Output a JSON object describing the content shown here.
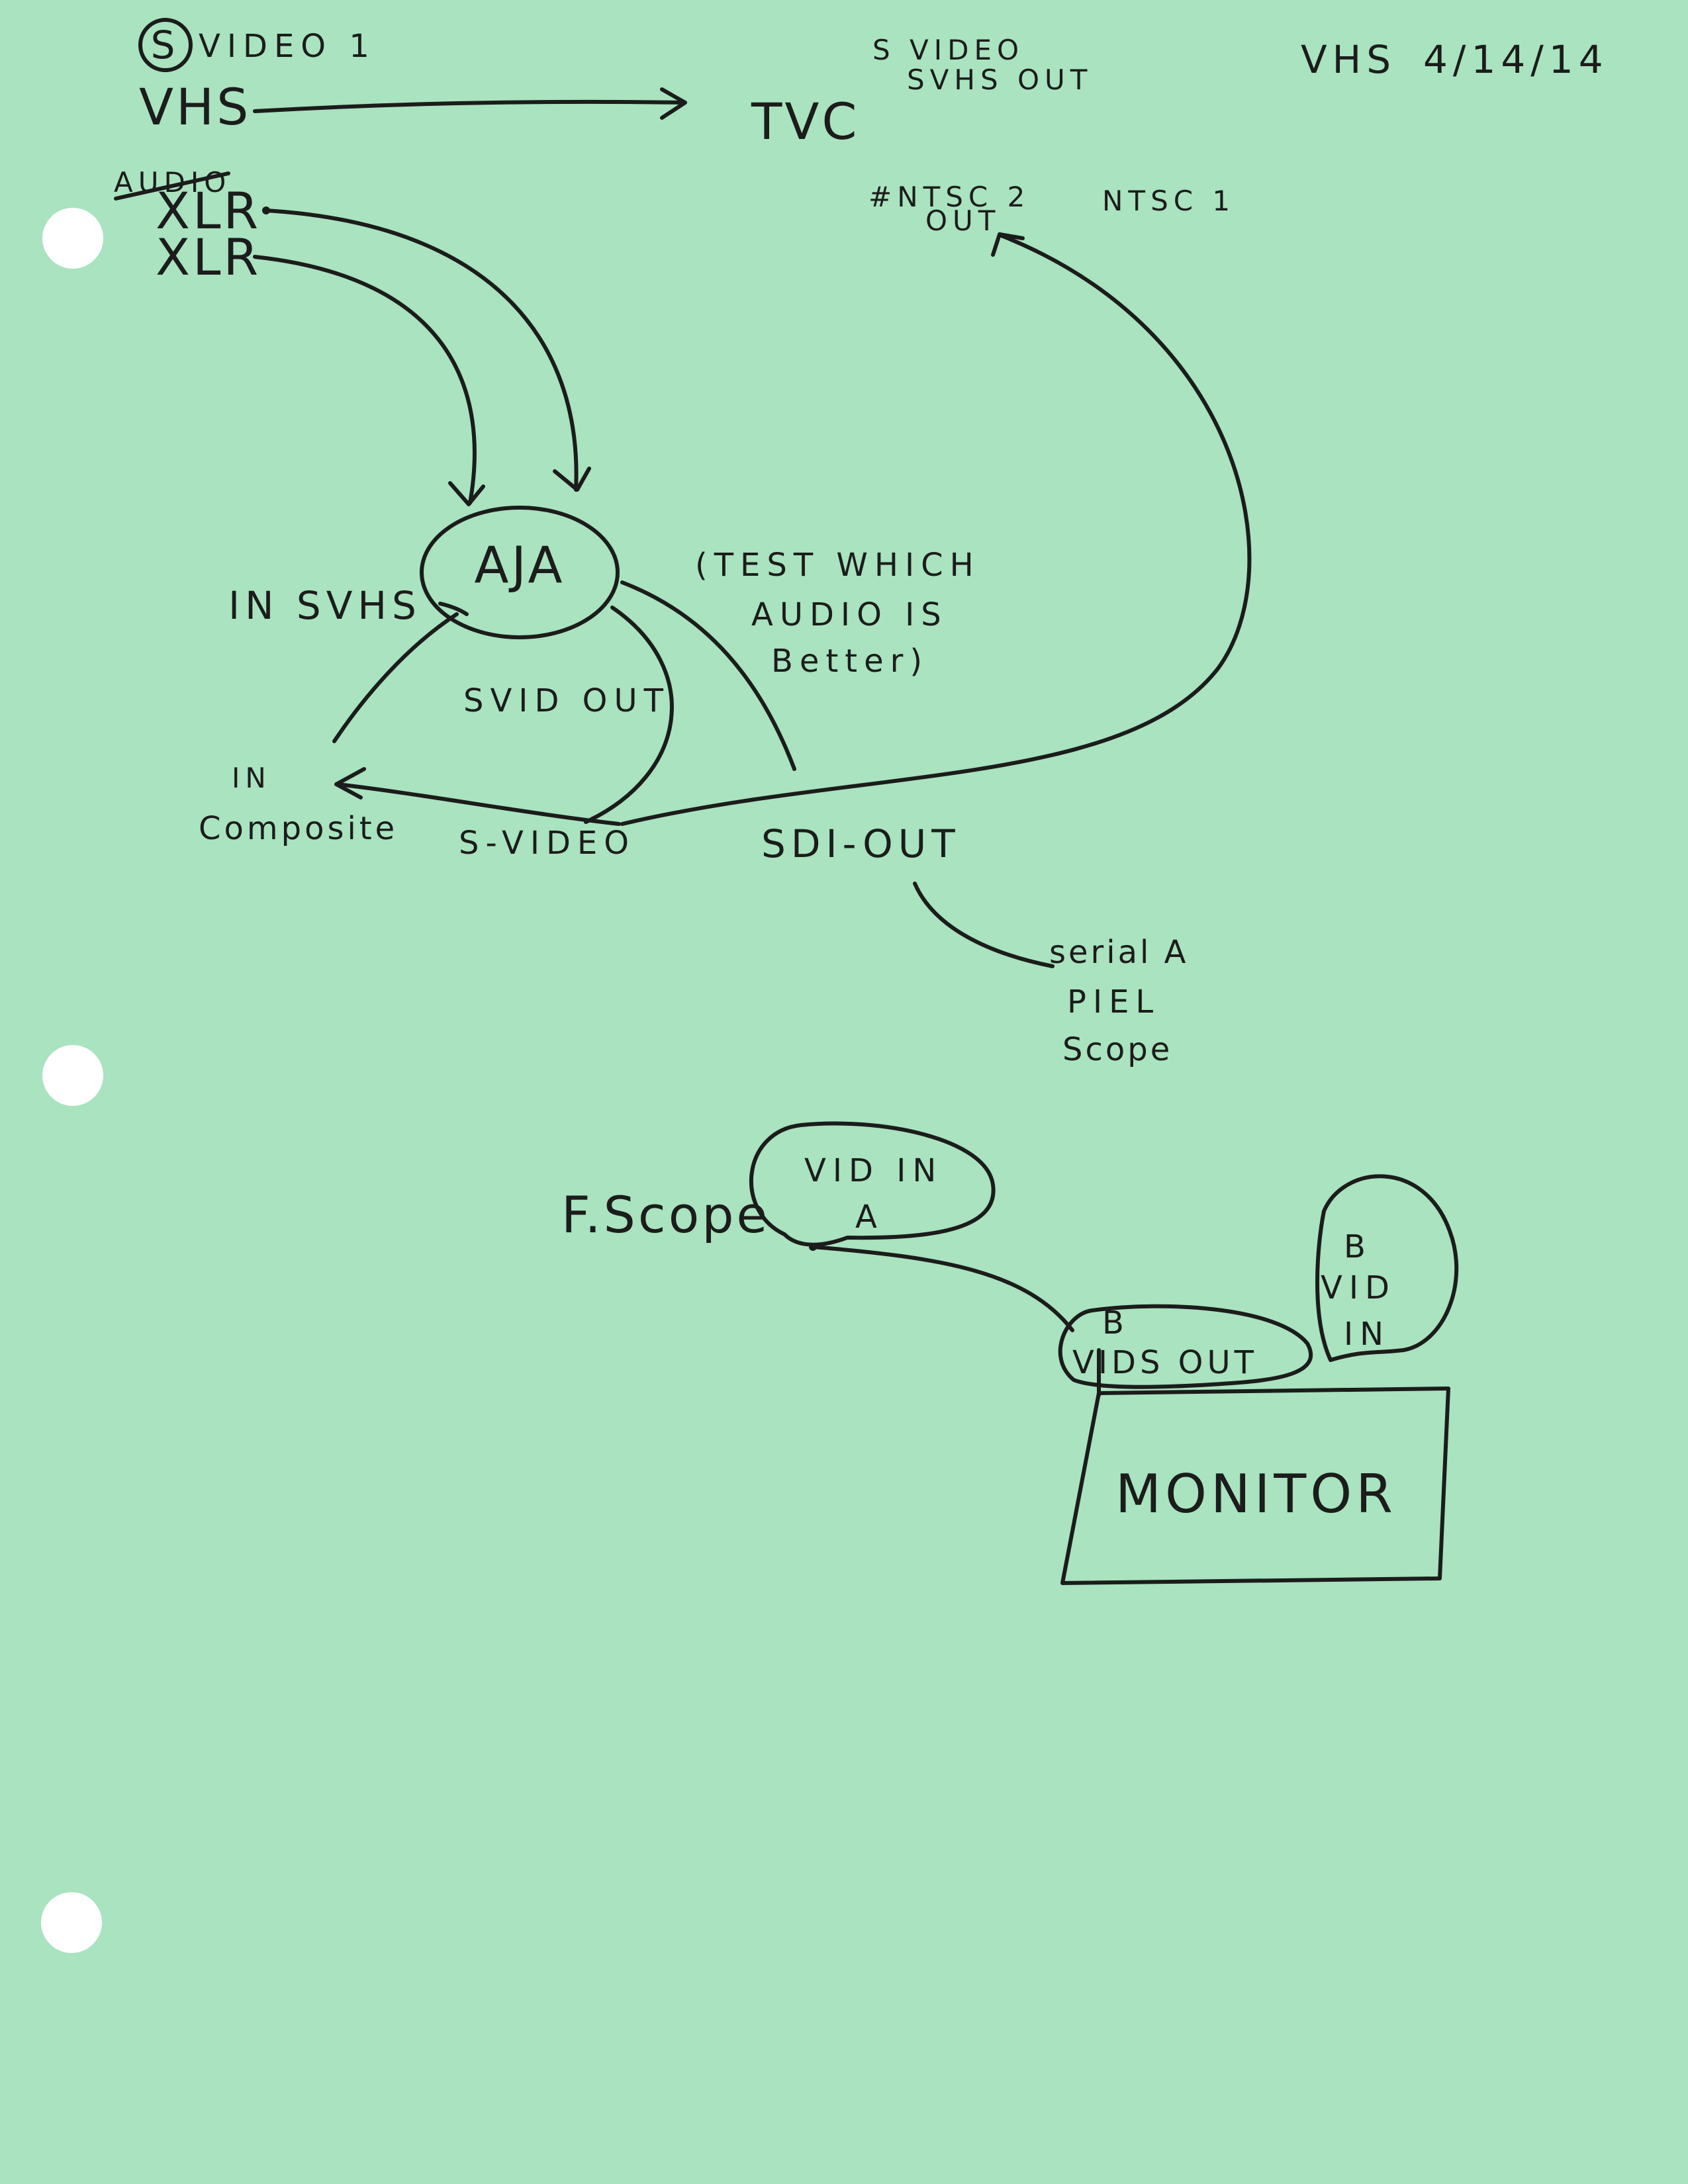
{
  "header": {
    "source_badge": "S",
    "source_label": "VIDEO 1",
    "format": "VHS",
    "date": "4/14/14"
  },
  "nodes": {
    "vhs": "VHS",
    "tvc": "TVC",
    "tvc_svideo": "S VIDEO",
    "tvc_svhs_out": "SVHS OUT",
    "ntsc2_out_line1": "#NTSC 2",
    "ntsc2_out_line2": "OUT",
    "ntsc1": "NTSC 1",
    "audio": "AUDIO",
    "xlr1": "XLR",
    "xlr2": "XLR",
    "aja": "AJA",
    "in_svhs": "IN SVHS",
    "svid_out": "SVID OUT",
    "in": "IN",
    "composite": "Composite",
    "svideo": "S-VIDEO",
    "sdi_out": "SDI-OUT",
    "serial_line1": "serial A",
    "serial_line2": "PIEL",
    "serial_line3": "Scope",
    "fscope": "F.Scope",
    "vid_in_a_line1": "VID IN",
    "vid_in_a_line2": "A",
    "b_vid_in_line1": "B",
    "b_vid_in_line2": "VID",
    "b_vid_in_line3": "IN",
    "b_vids_out_line1": "B",
    "b_vids_out_line2": "VIDS OUT",
    "monitor": "MONITOR"
  },
  "note": {
    "line1": "(TEST WHICH",
    "line2": "AUDIO IS",
    "line3": "Better)"
  },
  "colors": {
    "paper": "#a9e3bf",
    "ink": "#1c1c1c",
    "punch_hole": "#ffffff"
  }
}
